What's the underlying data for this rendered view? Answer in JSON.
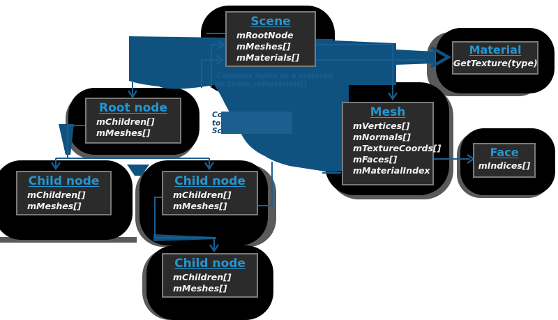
{
  "diagram": {
    "nodes": {
      "scene": {
        "title": "Scene",
        "members": [
          "mRootNode",
          "mMeshes[]",
          "mMaterials[]"
        ]
      },
      "material": {
        "title": "Material",
        "members": [
          "GetTexture(type)"
        ]
      },
      "mesh": {
        "title": "Mesh",
        "members": [
          "mVertices[]",
          "mNormals[]",
          "mTextureCoords[]",
          "mFaces[]",
          "mMaterialIndex"
        ]
      },
      "face": {
        "title": "Face",
        "members": [
          "mIndices[]"
        ]
      },
      "root_node": {
        "title": "Root node",
        "members": [
          "mChildren[]",
          "mMeshes[]"
        ]
      },
      "child_node_left": {
        "title": "Child node",
        "members": [
          "mChildren[]",
          "mMeshes[]"
        ]
      },
      "child_node_middle": {
        "title": "Child node",
        "members": [
          "mChildren[]",
          "mMeshes[]"
        ]
      },
      "child_node_bottom": {
        "title": "Child node",
        "members": [
          "mChildren[]",
          "mMeshes[]"
        ]
      }
    },
    "annotations": {
      "material_index_note": "Contains index to a material in Scene.mMaterials[]",
      "mesh_index_note": "Contains indices to meshes in Scene.mMeshes[]"
    },
    "colors": {
      "title_blue": "#2596D1",
      "flow_blue": "#0F5280",
      "line_blue": "#1A5E91",
      "node_bg": "#2B2B2B",
      "node_border": "#7A7A7A",
      "blob_black": "#000000",
      "rim_gray": "#5A5A5A"
    }
  }
}
